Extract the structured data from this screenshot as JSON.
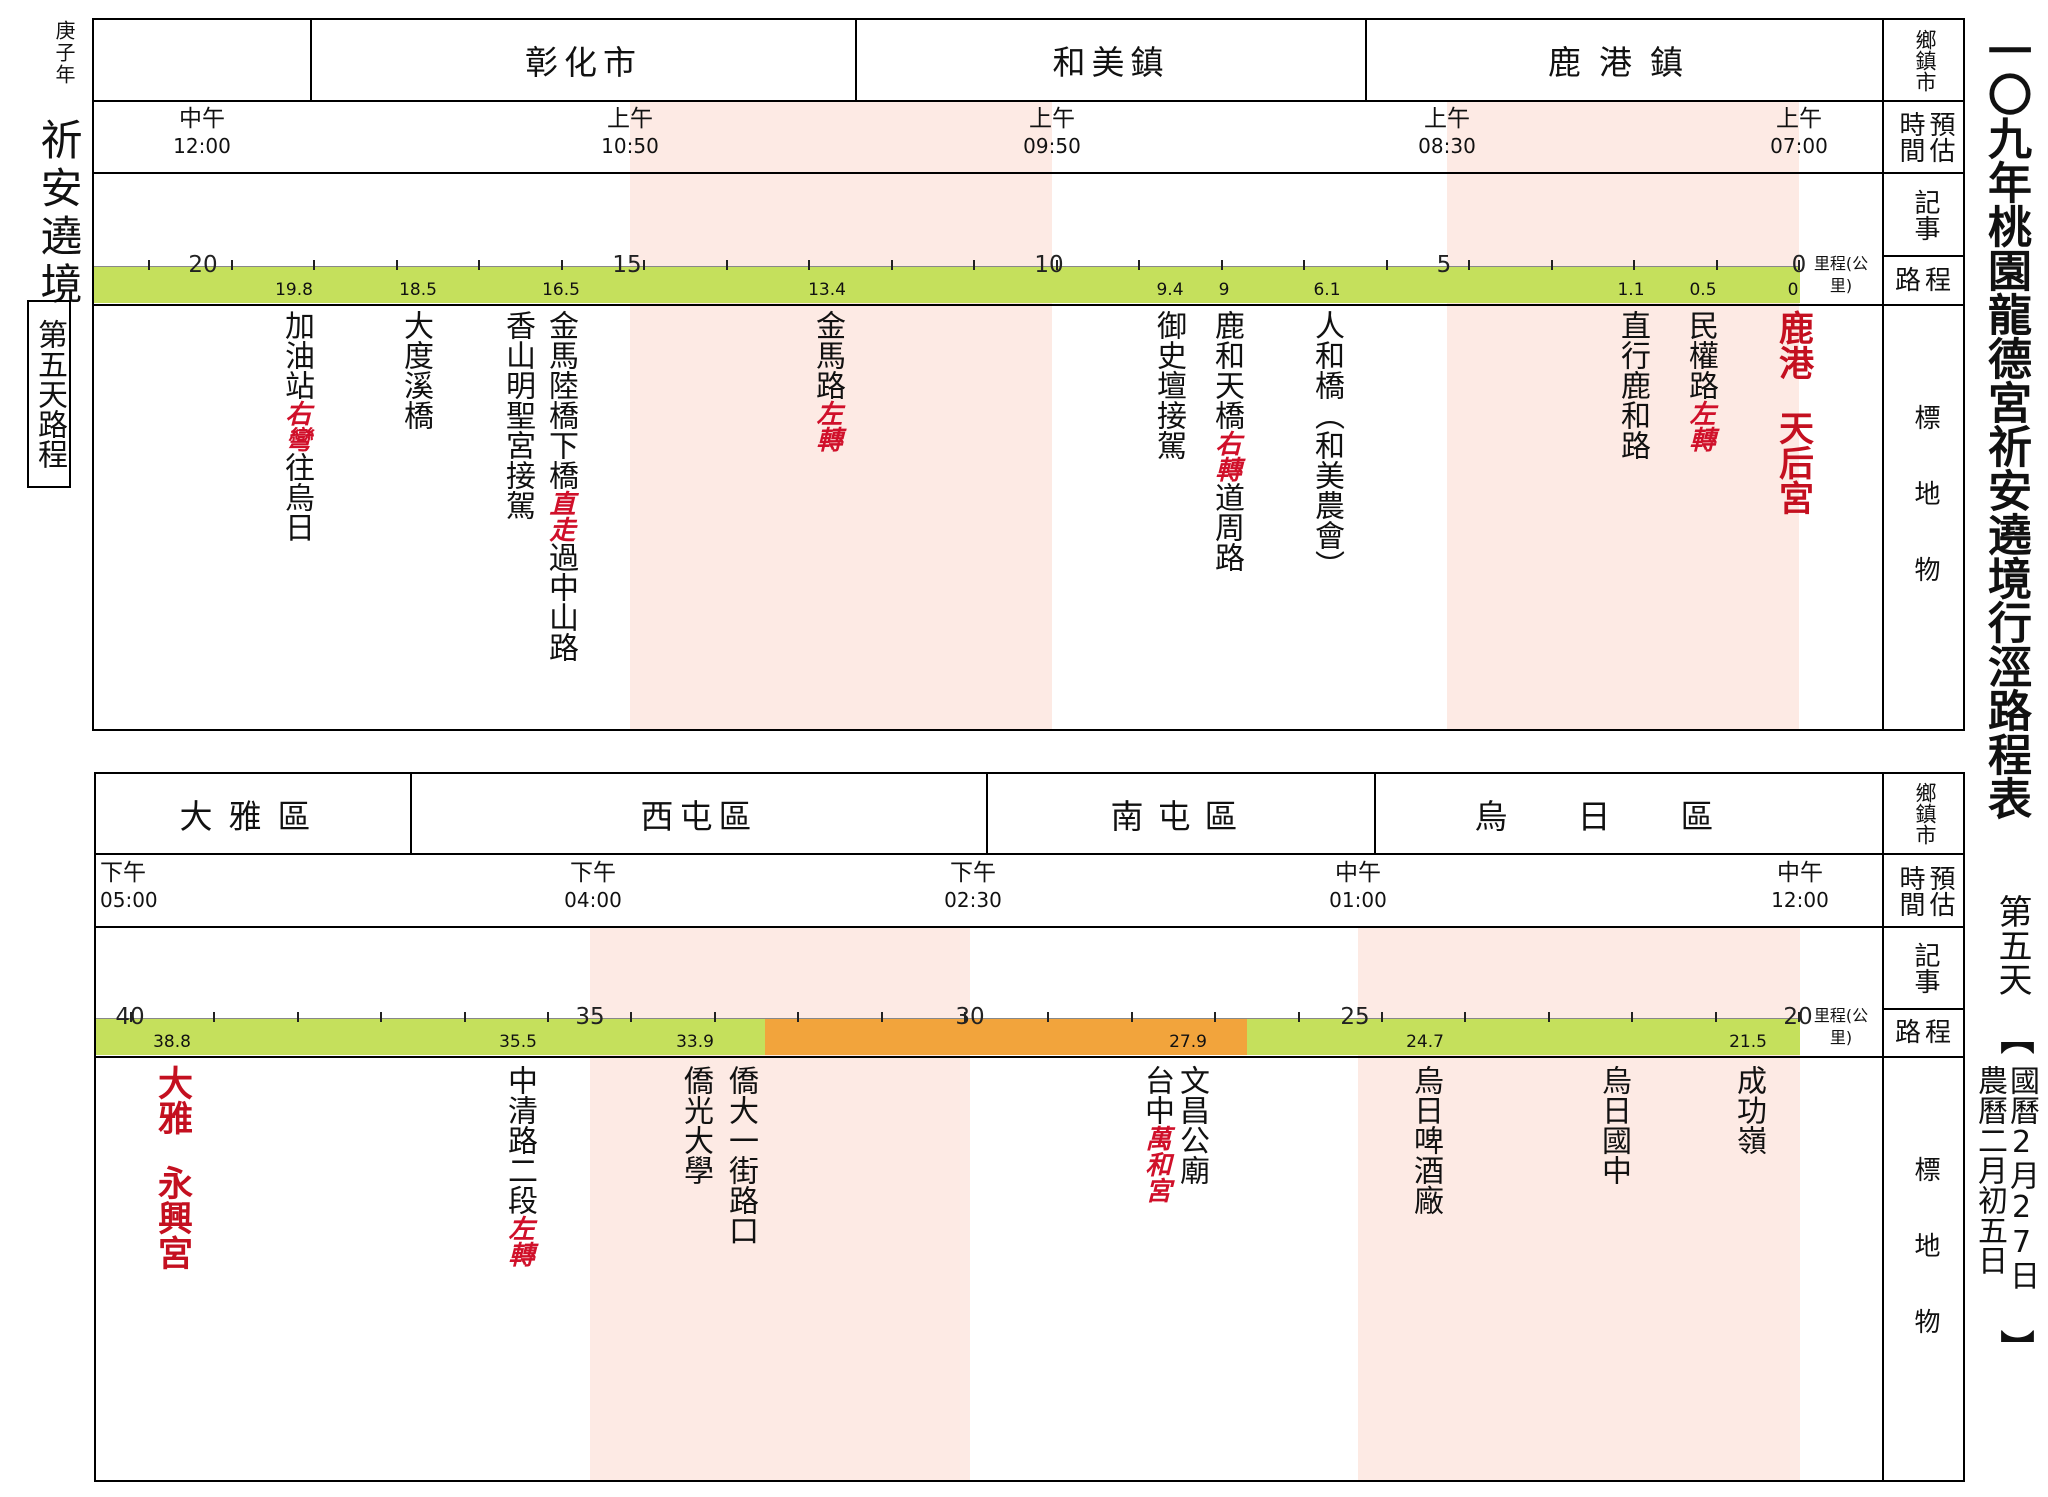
{
  "left_strip": {
    "year": "庚子年",
    "title": "祈安遶境",
    "day_box": "第五天路程"
  },
  "right_strip": {
    "main_title": "一〇九年桃園龍德宮祈安遶境行涇路程表",
    "day": "第五天",
    "date_open": "【",
    "date_gregorian": "國曆2月27日",
    "date_lunar": "農曆二月初五日",
    "date_close": "】"
  },
  "row_headers": {
    "town": "鄉鎮市",
    "time": "預估時間",
    "notes": "記事",
    "route": "路程",
    "landmarks": "標地物"
  },
  "km_unit": "里程(公里)",
  "panel1": {
    "towns": [
      "彰化市",
      "和美鎮",
      "鹿港鎮"
    ],
    "times": [
      {
        "period": "中午",
        "time": "12:00"
      },
      {
        "period": "上午",
        "time": "10:50"
      },
      {
        "period": "上午",
        "time": "09:50"
      },
      {
        "period": "上午",
        "time": "08:30"
      },
      {
        "period": "上午",
        "time": "07:00"
      }
    ],
    "scale_labels": [
      "20",
      "15",
      "10",
      "5",
      "0"
    ],
    "km_marks": [
      "19.8",
      "18.5",
      "16.5",
      "13.4",
      "9.4",
      "9",
      "6.1",
      "1.1",
      "0.5",
      "0"
    ],
    "landmarks": [
      {
        "a": "加油站",
        "r": "右彎",
        "b": "往烏日"
      },
      {
        "a": "大度溪橋"
      },
      {
        "a": "香山明聖宮接駕"
      },
      {
        "a": "金馬陸橋下橋",
        "r": "直走",
        "b": "過中山路"
      },
      {
        "a": "金馬路",
        "r": "左轉"
      },
      {
        "a": "御史壇接駕"
      },
      {
        "a": "鹿和天橋",
        "r": "右轉",
        "b": "道周路"
      },
      {
        "a": "人和橋︵和美農會︶"
      },
      {
        "a": "直行鹿和路"
      },
      {
        "a": "民權路",
        "r": "左轉"
      },
      {
        "big1": "鹿港",
        "big2": "天后宮"
      }
    ]
  },
  "panel2": {
    "towns": [
      "大雅區",
      "西屯區",
      "南屯區",
      "烏日區"
    ],
    "times": [
      {
        "period": "下午",
        "time": "05:00"
      },
      {
        "period": "下午",
        "time": "04:00"
      },
      {
        "period": "下午",
        "time": "02:30"
      },
      {
        "period": "中午",
        "time": "01:00"
      },
      {
        "period": "中午",
        "time": "12:00"
      }
    ],
    "scale_labels": [
      "40",
      "35",
      "30",
      "25",
      "20"
    ],
    "km_marks": [
      "38.8",
      "35.5",
      "33.9",
      "27.9",
      "24.7",
      "21.5"
    ],
    "landmarks": [
      {
        "big1": "大雅",
        "big2": "永興宮"
      },
      {
        "a": "中清路二段",
        "r": "左轉"
      },
      {
        "a": "僑光大學"
      },
      {
        "a": "僑大一街路口"
      },
      {
        "a": "台中",
        "r": "萬和宮"
      },
      {
        "a": "文昌公廟"
      },
      {
        "a": "烏日啤酒廠"
      },
      {
        "a": "烏日國中"
      },
      {
        "a": "成功嶺"
      }
    ]
  },
  "colors": {
    "bar_green": "#c5e05c",
    "bar_orange": "#f2a43c",
    "shade": "#fdeae4",
    "accent_red": "#d0102a"
  }
}
